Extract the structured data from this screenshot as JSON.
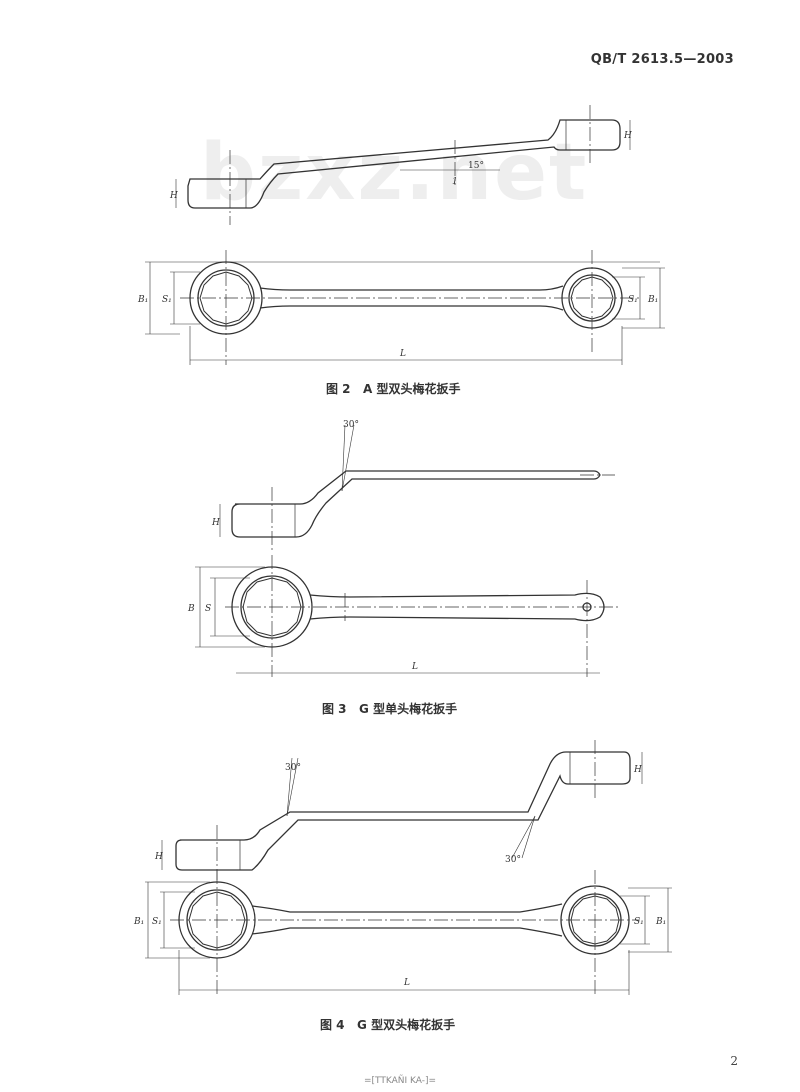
{
  "header": {
    "standard_code": "QB/T 2613.5—2003"
  },
  "watermark": "bzxz.net",
  "figure2": {
    "caption": "图 2   A 型双头梅花扳手",
    "labels": {
      "h_left": "H",
      "h_right": "H",
      "one": "1",
      "angle": "15°",
      "b1_left": "B₁",
      "s1_left": "S₁",
      "s1_right": "S₁",
      "b1_right": "B₁",
      "length": "L"
    }
  },
  "figure3": {
    "caption": "图 3   G 型单头梅花扳手",
    "labels": {
      "angle": "30°",
      "h": "H",
      "b": "B",
      "s": "S",
      "length": "L"
    }
  },
  "figure4": {
    "caption": "图 4   G 型双头梅花扳手",
    "labels": {
      "angle_top": "30°",
      "angle_bottom": "30°",
      "h_left": "H",
      "h_right": "H",
      "b1_left": "B₁",
      "s1_left": "S₁",
      "s1_right": "S₁",
      "b1_right": "B₁",
      "length": "L"
    }
  },
  "page_number": "2",
  "footer": "=[TTKAÑI KA-]="
}
